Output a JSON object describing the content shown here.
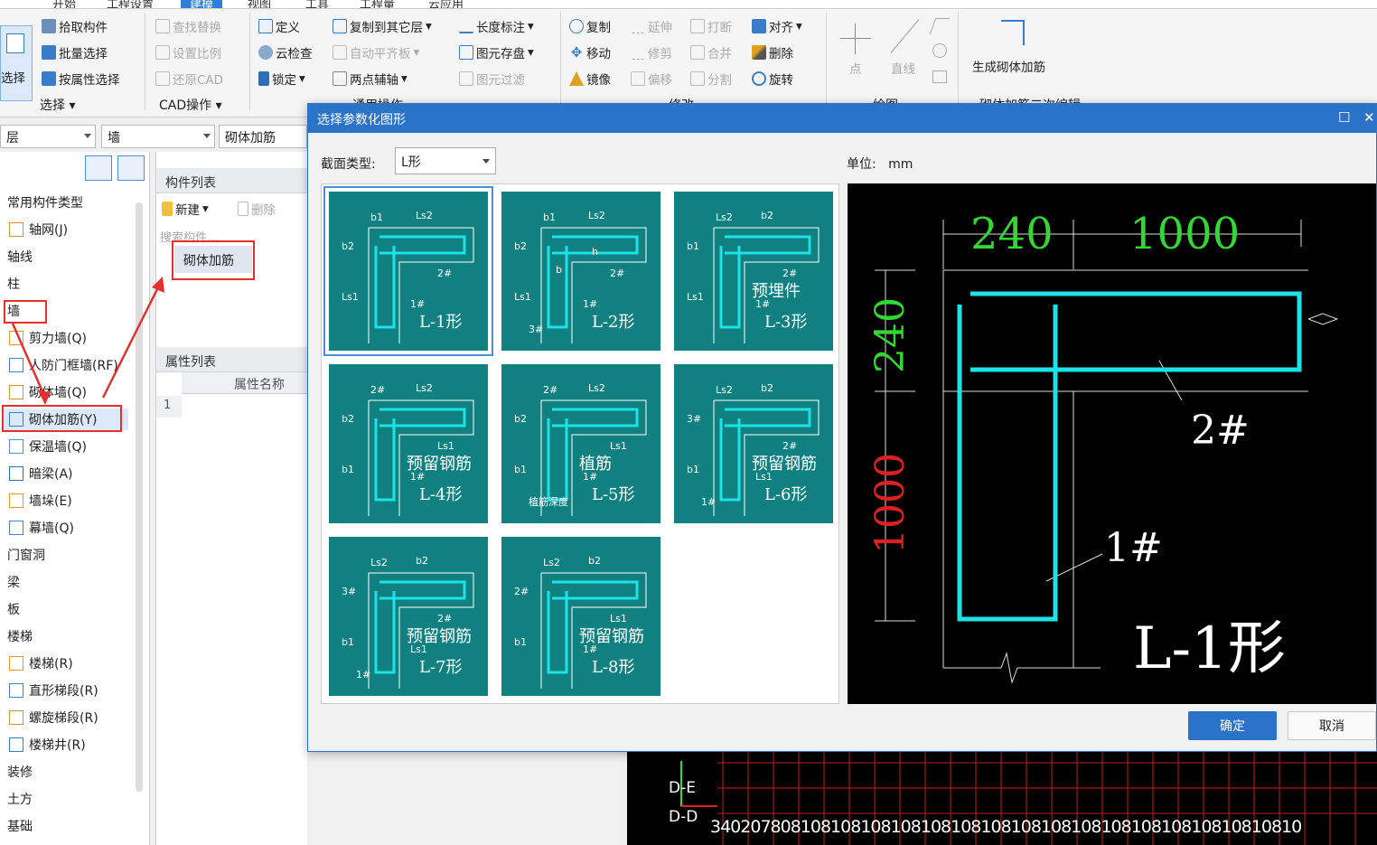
{
  "menu": {
    "items": [
      "开始",
      "工程设置",
      "建模",
      "视图",
      "工具",
      "工程量",
      "云应用"
    ],
    "active_index": 2
  },
  "ribbon": {
    "select_big": "选择",
    "select_group": [
      "拾取构件",
      "批量选择",
      "按属性选择"
    ],
    "select_label": "选择",
    "cad_group": [
      "查找替换",
      "设置比例",
      "还原CAD"
    ],
    "cad_label": "CAD操作",
    "common_col1": [
      "定义",
      "云检查",
      "锁定"
    ],
    "common_col2": [
      "复制到其它层",
      "自动平齐板",
      "两点辅轴"
    ],
    "common_col3": [
      "长度标注",
      "图元存盘",
      "图元过滤"
    ],
    "common_label": "通用操作",
    "modify_col1": [
      "复制",
      "移动",
      "镜像"
    ],
    "modify_col2": [
      "延伸",
      "修剪",
      "偏移"
    ],
    "modify_col3": [
      "打断",
      "合并",
      "分割"
    ],
    "modify_col4": [
      "对齐",
      "删除",
      "旋转"
    ],
    "modify_label": "修改",
    "draw_items": [
      "点",
      "直线"
    ],
    "draw_label": "绘图",
    "generate": "生成砌体加筋",
    "generate_label": "砌体加筋二次编辑"
  },
  "filters": {
    "floor": "层",
    "category": "墙",
    "type": "砌体加筋"
  },
  "tree": {
    "items": [
      {
        "label": "常用构件类型",
        "level": 0
      },
      {
        "label": "轴网(J)",
        "level": 1
      },
      {
        "label": "轴线",
        "level": 0
      },
      {
        "label": "柱",
        "level": 0
      },
      {
        "label": "墙",
        "level": 0
      },
      {
        "label": "剪力墙(Q)",
        "level": 1
      },
      {
        "label": "人防门框墙(RF)",
        "level": 1
      },
      {
        "label": "砌体墙(Q)",
        "level": 1
      },
      {
        "label": "砌体加筋(Y)",
        "level": 1
      },
      {
        "label": "保温墙(Q)",
        "level": 1
      },
      {
        "label": "暗梁(A)",
        "level": 1
      },
      {
        "label": "墙垛(E)",
        "level": 1
      },
      {
        "label": "幕墙(Q)",
        "level": 1
      },
      {
        "label": "门窗洞",
        "level": 0
      },
      {
        "label": "梁",
        "level": 0
      },
      {
        "label": "板",
        "level": 0
      },
      {
        "label": "楼梯",
        "level": 0
      },
      {
        "label": "楼梯(R)",
        "level": 1
      },
      {
        "label": "直形梯段(R)",
        "level": 1
      },
      {
        "label": "螺旋梯段(R)",
        "level": 1
      },
      {
        "label": "楼梯井(R)",
        "level": 1
      },
      {
        "label": "装修",
        "level": 0
      },
      {
        "label": "土方",
        "level": 0
      },
      {
        "label": "基础",
        "level": 0
      }
    ],
    "selected_index": 8
  },
  "component_list": {
    "title": "构件列表",
    "new_label": "新建",
    "delete_label": "删除",
    "search_placeholder": "搜索构件...",
    "item": "砌体加筋"
  },
  "property_list": {
    "title": "属性列表",
    "col_name": "属性名称",
    "row1": "1"
  },
  "dialog": {
    "title": "选择参数化图形",
    "section_label": "截面类型:",
    "section_value": "L形",
    "unit_label": "单位:",
    "unit_value": "mm",
    "ok": "确定",
    "cancel": "取消",
    "shapes": [
      {
        "name": "L-1形",
        "labels": [
          "b1",
          "Ls2",
          "b2",
          "Ls1",
          "2#",
          "1#"
        ]
      },
      {
        "name": "L-2形",
        "labels": [
          "b1",
          "Ls2",
          "b2",
          "Ls1",
          "2#",
          "1#",
          "3#",
          "b",
          "h"
        ]
      },
      {
        "name": "L-3形",
        "note": "预埋件",
        "labels": [
          "Ls2",
          "b2",
          "b1",
          "Ls1",
          "2#",
          "1#"
        ]
      },
      {
        "name": "L-4形",
        "note": "预留钢筋",
        "labels": [
          "2#",
          "Ls2",
          "b2",
          "b1",
          "Ls1",
          "1#"
        ]
      },
      {
        "name": "L-5形",
        "note": "植筋",
        "labels": [
          "2#",
          "Ls2",
          "b2",
          "b1",
          "Ls1",
          "1#",
          "植筋深度"
        ]
      },
      {
        "name": "L-6形",
        "note": "预留钢筋",
        "labels": [
          "Ls2",
          "b2",
          "3#",
          "b1",
          "2#",
          "Ls1",
          "1#"
        ]
      },
      {
        "name": "L-7形",
        "note": "预留钢筋",
        "labels": [
          "Ls2",
          "b2",
          "3#",
          "b1",
          "2#",
          "Ls1",
          "1#"
        ]
      },
      {
        "name": "L-8形",
        "note": "预留钢筋",
        "labels": [
          "Ls2",
          "b2",
          "2#",
          "b1",
          "Ls1",
          "1#"
        ]
      }
    ],
    "selected_shape": 0,
    "preview": {
      "dim_b1": "240",
      "dim_ls2": "1000",
      "dim_b2": "240",
      "dim_ls1": "1000",
      "bar2": "2#",
      "bar1": "1#",
      "shape_name": "L-1形"
    }
  },
  "cad": {
    "axis_labels": [
      "D-E",
      "D-D"
    ],
    "number_strip": "34020780810810810810810810810810810810810810810810810810810"
  },
  "colors": {
    "teal": "#108080",
    "cyan": "#1de2e8",
    "green": "#33d633",
    "red": "#e02020",
    "accent": "#2b73c9"
  }
}
